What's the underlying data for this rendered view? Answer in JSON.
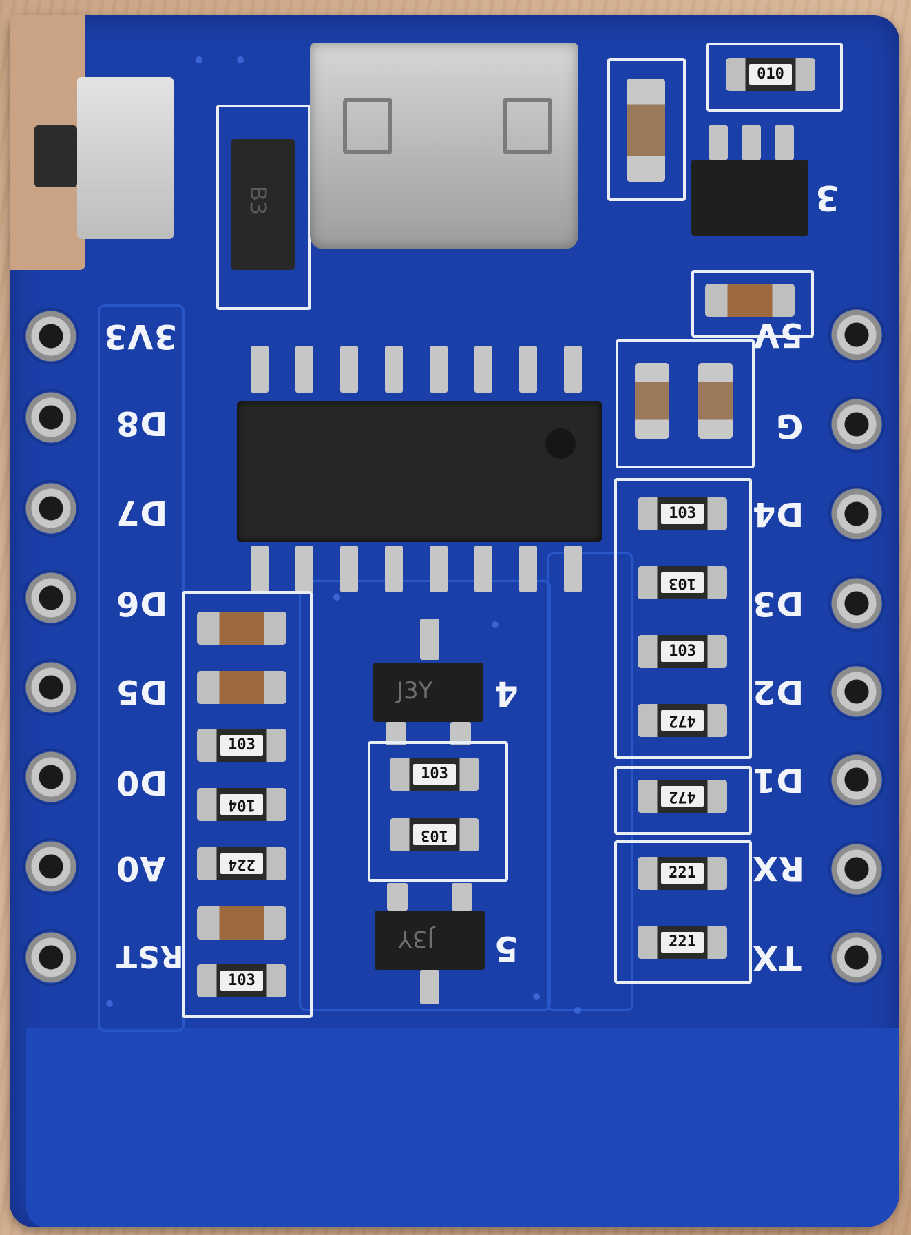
{
  "board": {
    "left_pins": [
      "3V3",
      "D8",
      "D7",
      "D6",
      "D5",
      "D0",
      "A0",
      "RST"
    ],
    "right_pins": [
      "5V",
      "G",
      "D4",
      "D3",
      "D2",
      "D1",
      "RX",
      "TX"
    ],
    "ref_labels": {
      "regulator": "3",
      "transistor_top": "4",
      "transistor_bottom": "5"
    }
  },
  "components": {
    "top_resistor": "010",
    "right_resistors": [
      "103",
      "103",
      "103",
      "472",
      "472",
      "221",
      "221"
    ],
    "left_resistors": [
      "103",
      "104",
      "224",
      "103"
    ],
    "center_resistors": [
      "103",
      "103"
    ],
    "transistor_markings": [
      "J3Y",
      "J3Y"
    ],
    "diode_marking": "B3"
  },
  "colors": {
    "pcb": "#1b3fa8",
    "silkscreen": "#e9eef8",
    "background": "#c9a383"
  }
}
